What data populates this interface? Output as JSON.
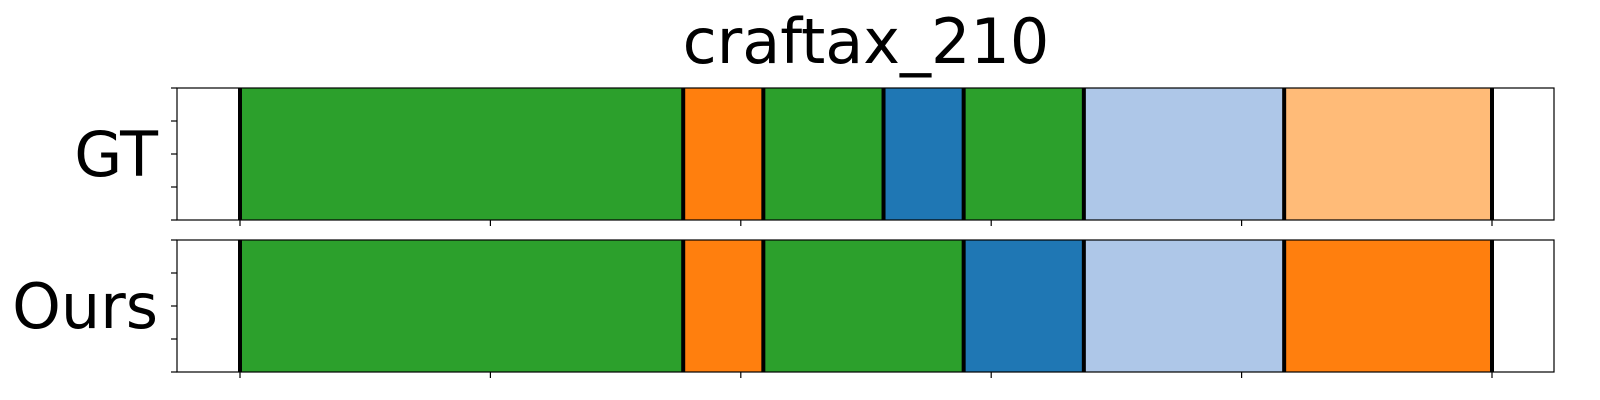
{
  "chart_data": {
    "type": "segmentation-timeline",
    "title": "craftax_210",
    "x_range": [
      0,
      275
    ],
    "tick_step": 50,
    "colors": {
      "green": "#2ca02c",
      "orange": "#ff7f0e",
      "blue": "#1f77b4",
      "light_blue": "#aec7e8",
      "light_orange": "#ffbb78",
      "boundary": "#000000",
      "background": "#ffffff"
    },
    "rows": [
      {
        "label": "GT",
        "segments": [
          {
            "start": 0,
            "end": 88.5,
            "color": "green"
          },
          {
            "start": 88.5,
            "end": 104.5,
            "color": "orange"
          },
          {
            "start": 104.5,
            "end": 128.5,
            "color": "green"
          },
          {
            "start": 128.5,
            "end": 144.5,
            "color": "blue"
          },
          {
            "start": 144.5,
            "end": 168.5,
            "color": "green"
          },
          {
            "start": 168.5,
            "end": 208.5,
            "color": "light_blue"
          },
          {
            "start": 208.5,
            "end": 250,
            "color": "light_orange"
          }
        ],
        "boundaries": [
          0,
          88.5,
          104.5,
          128.5,
          144.5,
          168.5,
          208.5,
          250
        ]
      },
      {
        "label": "Ours",
        "segments": [
          {
            "start": 0,
            "end": 88.5,
            "color": "green"
          },
          {
            "start": 88.5,
            "end": 104.5,
            "color": "orange"
          },
          {
            "start": 104.5,
            "end": 144.5,
            "color": "green"
          },
          {
            "start": 144.5,
            "end": 168.5,
            "color": "blue"
          },
          {
            "start": 168.5,
            "end": 208.5,
            "color": "light_blue"
          },
          {
            "start": 208.5,
            "end": 250,
            "color": "orange"
          }
        ],
        "boundaries": [
          0,
          88.5,
          104.5,
          144.5,
          168.5,
          208.5,
          250
        ]
      }
    ]
  }
}
